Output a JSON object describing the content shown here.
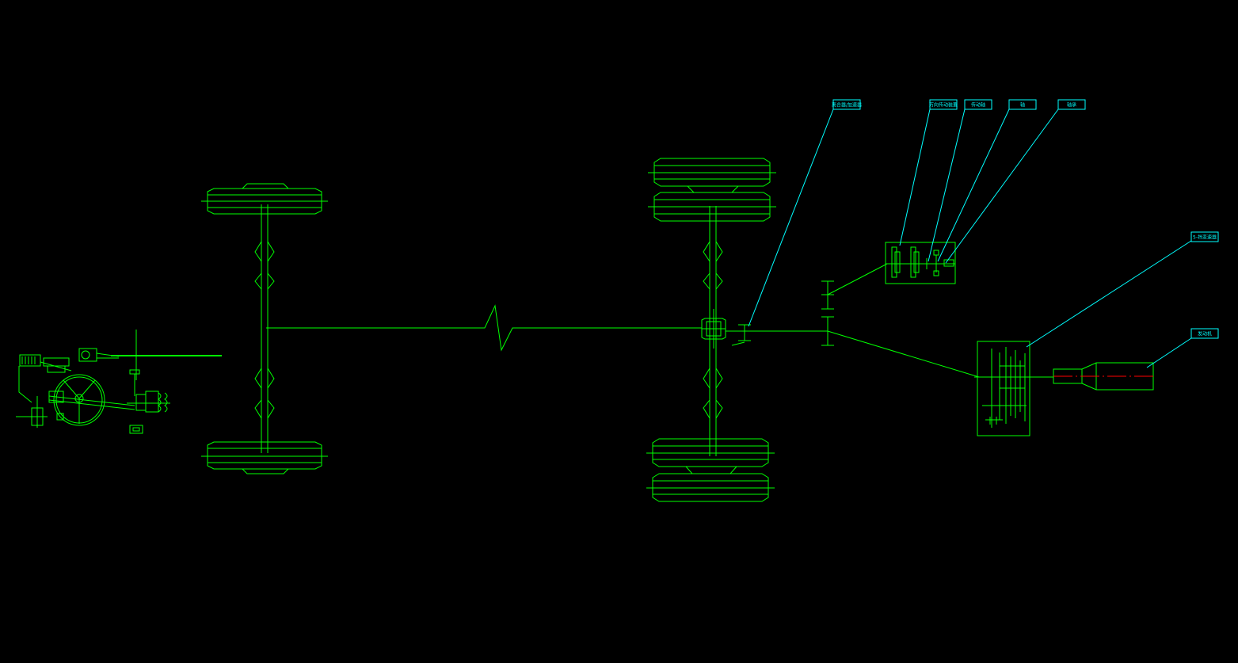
{
  "colors": {
    "background": "#000000",
    "linework": "#00ff00",
    "leader": "#00ffff",
    "centerline": "#ff0000"
  },
  "callouts": [
    {
      "id": "callout-1",
      "text": "离合器/加速器"
    },
    {
      "id": "callout-2",
      "text": "万向传动装置"
    },
    {
      "id": "callout-3",
      "text": "传动轴"
    },
    {
      "id": "callout-4",
      "text": "轴"
    },
    {
      "id": "callout-5",
      "text": "轴承"
    },
    {
      "id": "callout-6",
      "text": "5-挡变速器"
    },
    {
      "id": "callout-7",
      "text": "发动机"
    }
  ]
}
